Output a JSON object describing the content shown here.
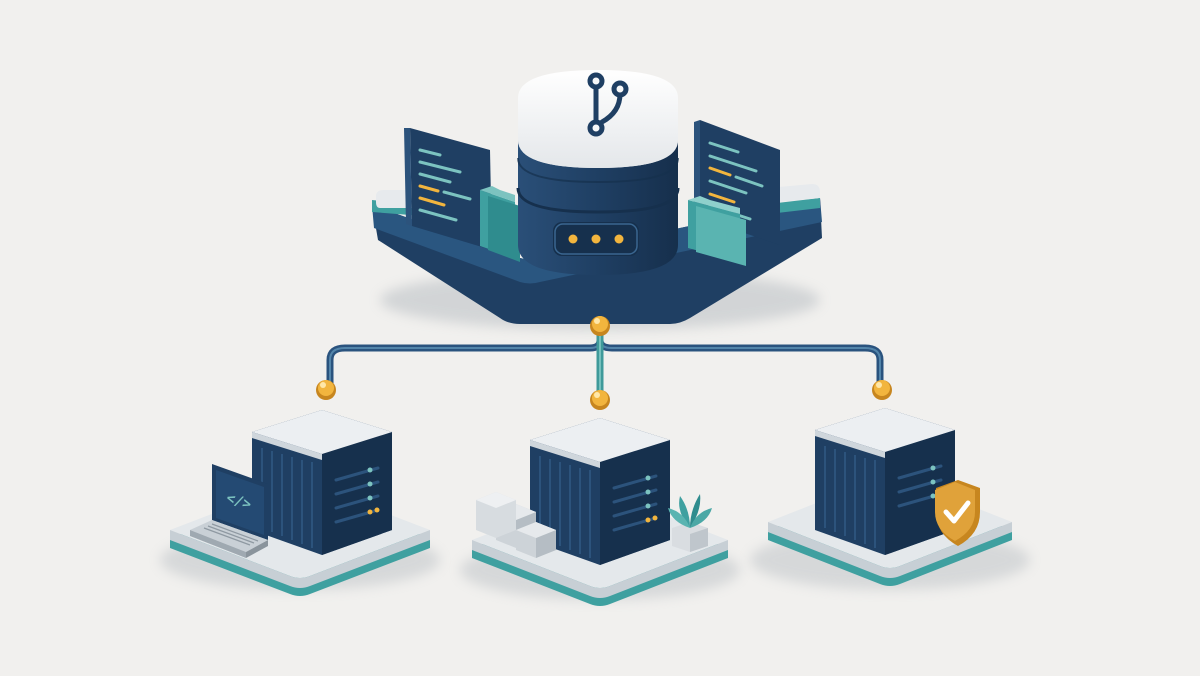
{
  "diagram": {
    "kind": "isometric-network",
    "hub": {
      "name": "central-repository",
      "icon": "git-branch-icon",
      "status_lights": 3,
      "side_panels": [
        "code-panel-left",
        "code-panel-right"
      ],
      "side_folders": [
        "folder-left",
        "folder-right"
      ]
    },
    "nodes": [
      {
        "id": "dev",
        "icon": "laptop-code-icon",
        "accessory": "laptop",
        "laptop_glyph": "</>"
      },
      {
        "id": "staging",
        "icon": "steps-icon",
        "accessory": "steps-and-plant"
      },
      {
        "id": "production",
        "icon": "shield-check-icon",
        "accessory": "shield"
      }
    ],
    "connections": [
      {
        "from": "central-repository",
        "to": "dev"
      },
      {
        "from": "central-repository",
        "to": "staging"
      },
      {
        "from": "central-repository",
        "to": "production"
      }
    ]
  },
  "colors": {
    "background": "#f1f0ee",
    "navy": "#1f3f63",
    "navy_dark": "#16304d",
    "navy_light": "#2c537c",
    "teal": "#3fa0a0",
    "teal_light": "#7cc3c0",
    "amber": "#f2b53e",
    "amber_dark": "#c7861f",
    "platform": "#e6e9ec",
    "platform_side": "#c9d0d6",
    "white": "#f7f8f9"
  }
}
